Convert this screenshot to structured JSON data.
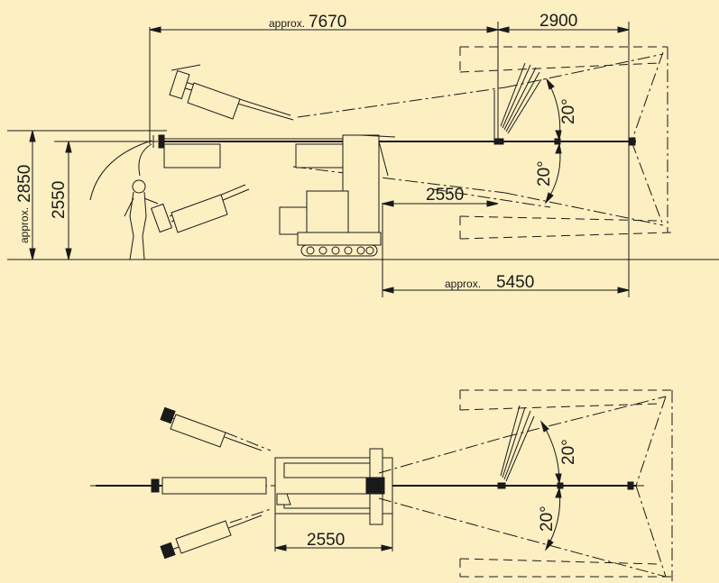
{
  "side_view": {
    "overall_length": {
      "prefix": "approx.",
      "value": "7670"
    },
    "reach_width": "2900",
    "height_total": {
      "prefix": "approx.",
      "value": "2850"
    },
    "height_boom": "2550",
    "boom_extension": "2550",
    "rear_length": {
      "prefix": "approx.",
      "value": "5450"
    },
    "angle_up": "20°",
    "angle_down": "20°"
  },
  "top_view": {
    "width": "2550",
    "angle_left": "20°",
    "angle_right": "20°"
  },
  "colors": {
    "background": "#fcefc2",
    "lines": "#1a1a1a"
  }
}
